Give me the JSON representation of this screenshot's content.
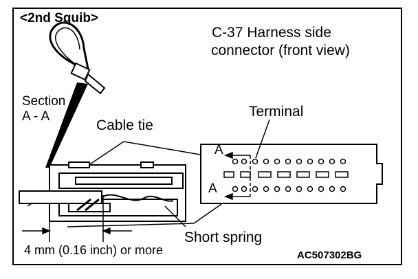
{
  "labels": {
    "squib": "<2nd Squib>",
    "connector_line1": "C-37 Harness side",
    "connector_line2": "connector (front view)",
    "section_line1": "Section",
    "section_line2": "A - A",
    "cable_tie": "Cable tie",
    "terminal": "Terminal",
    "short_spring": "Short spring",
    "measurement": "4 mm (0.16 inch) or more",
    "figure_code": "AC507302BG",
    "section_a_top": "A",
    "section_a_bottom": "A"
  }
}
